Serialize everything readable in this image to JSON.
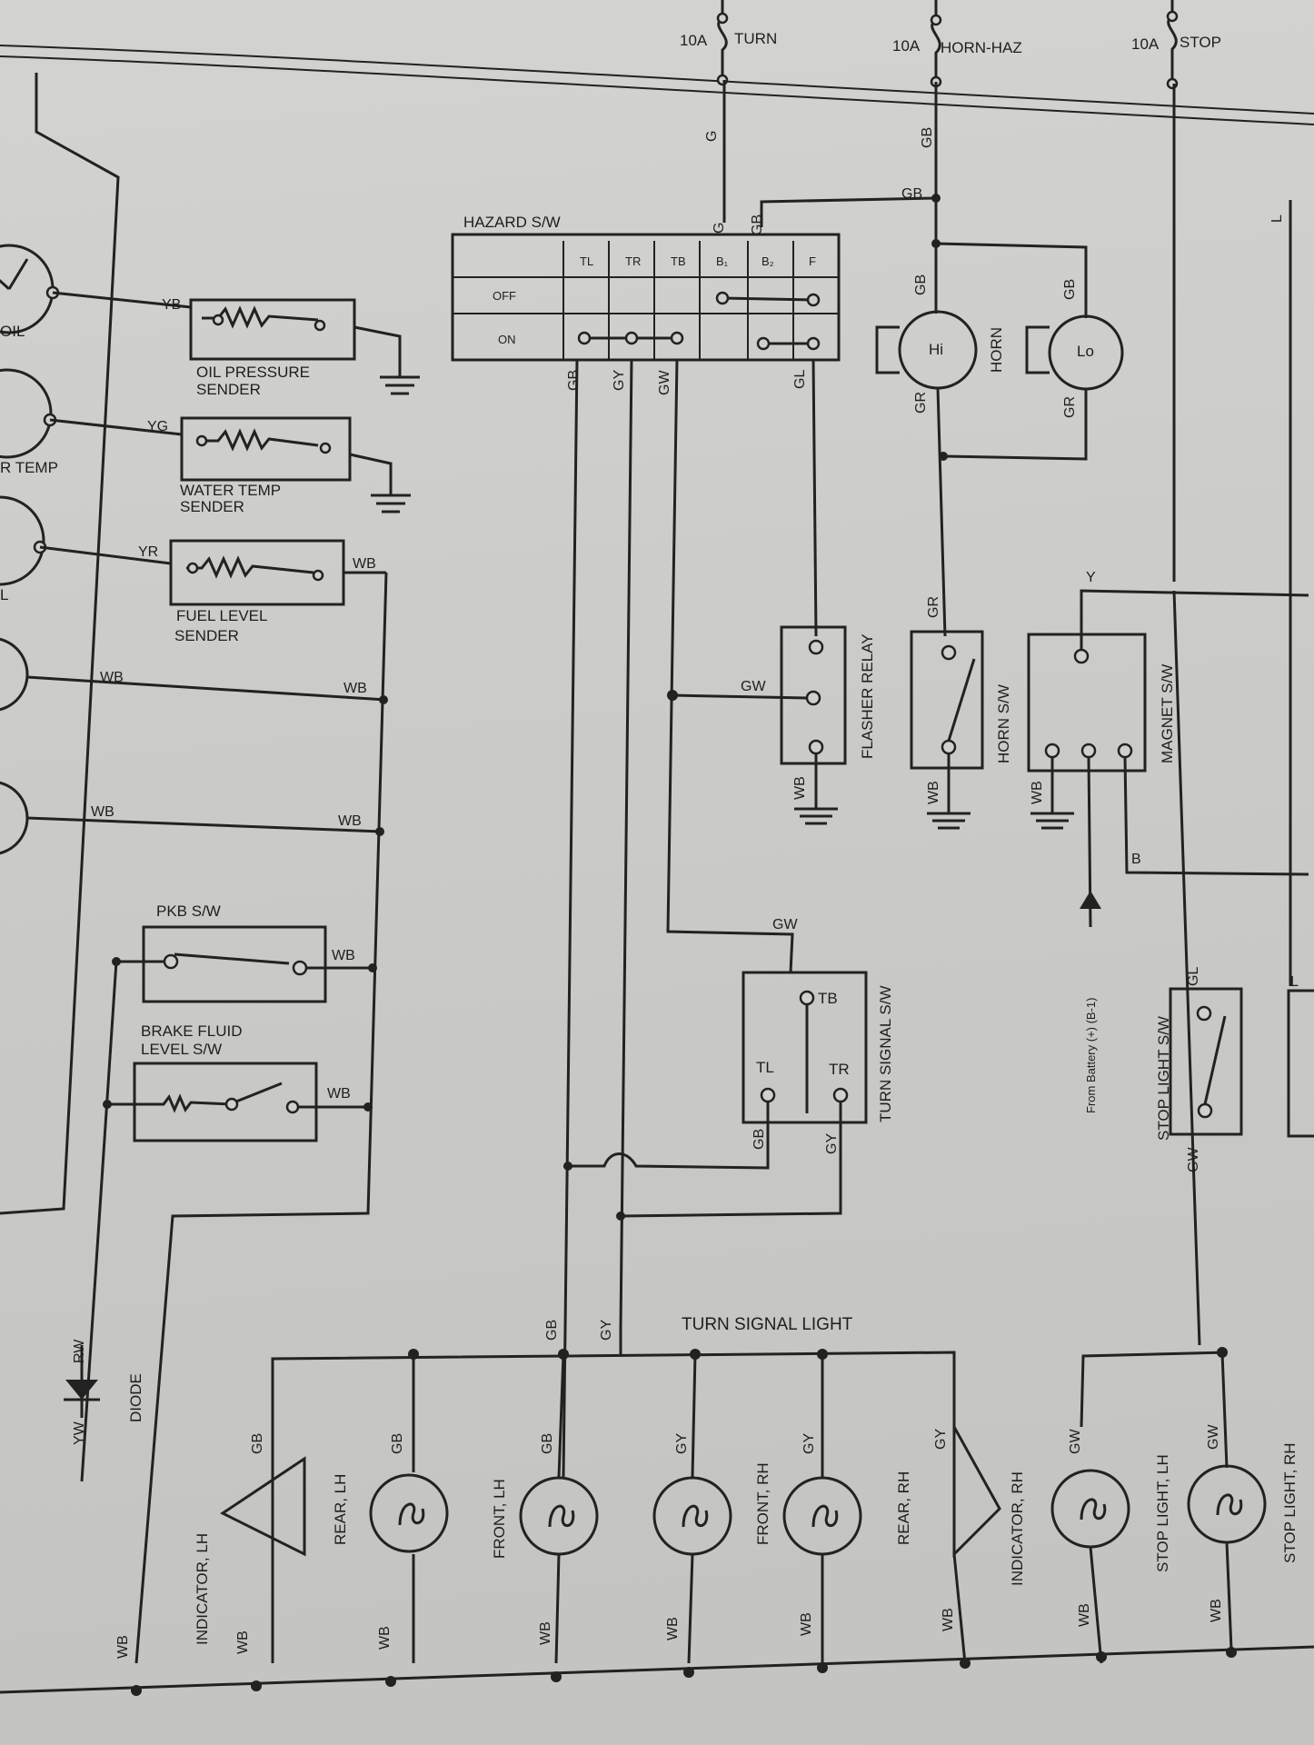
{
  "fuses": {
    "turn": {
      "amp": "10A",
      "name": "TURN"
    },
    "horn": {
      "amp": "10A",
      "name": "HORN-HAZ"
    },
    "stop": {
      "amp": "10A",
      "name": "STOP"
    }
  },
  "gauges": {
    "oil": "OIL",
    "temp": "R TEMP",
    "fuel": "L"
  },
  "senders": {
    "oil": {
      "line1": "OIL PRESSURE",
      "line2": "SENDER"
    },
    "water": {
      "line1": "WATER TEMP",
      "line2": "SENDER"
    },
    "fuel": {
      "line1": "FUEL LEVEL",
      "line2": "SENDER"
    }
  },
  "hazard": {
    "title": "HAZARD S/W",
    "cols": [
      "TL",
      "TR",
      "TB",
      "B₁",
      "B₂",
      "F"
    ],
    "rows": [
      "OFF",
      "ON"
    ]
  },
  "horn": {
    "label": "HORN",
    "hi": "Hi",
    "lo": "Lo"
  },
  "relays": {
    "flasher": "FLASHER RELAY",
    "horn_sw": "HORN S/W",
    "magnet_sw": "MAGNET S/W"
  },
  "switches": {
    "pkb": "PKB S/W",
    "brake_line1": "BRAKE FLUID",
    "brake_line2": "LEVEL S/W",
    "turn_signal": "TURN SIGNAL S/W",
    "ts_tb": "TB",
    "ts_tl": "TL",
    "ts_tr": "TR",
    "stop_light": "STOP LIGHT S/W"
  },
  "battery": "From Battery (+) (B-1)",
  "diode": "DIODE",
  "turn_signal_light": "TURN SIGNAL LIGHT",
  "lamps": [
    {
      "id": "indicator-lh",
      "label": "INDICATOR, LH",
      "wire": "GB"
    },
    {
      "id": "rear-lh",
      "label": "REAR, LH",
      "wire": "GB"
    },
    {
      "id": "front-lh",
      "label": "FRONT, LH",
      "wire": "GB"
    },
    {
      "id": "front-rh-a",
      "label": "",
      "wire": "GY"
    },
    {
      "id": "front-rh",
      "label": "FRONT, RH",
      "wire": "GY"
    },
    {
      "id": "rear-rh",
      "label": "REAR, RH",
      "wire": "GY"
    },
    {
      "id": "indicator-rh",
      "label": "INDICATOR, RH",
      "wire": ""
    },
    {
      "id": "stop-lh",
      "label": "STOP LIGHT, LH",
      "wire": "GW"
    },
    {
      "id": "stop-rh",
      "label": "STOP LIGHT, RH",
      "wire": "GW"
    }
  ],
  "wires": {
    "YB": "YB",
    "YG": "YG",
    "YR": "YR",
    "WB": "WB",
    "G": "G",
    "GB": "GB",
    "GY": "GY",
    "GW": "GW",
    "GL": "GL",
    "GR": "GR",
    "Y": "Y",
    "B": "B",
    "RW": "RW",
    "YW": "YW",
    "L": "L"
  }
}
